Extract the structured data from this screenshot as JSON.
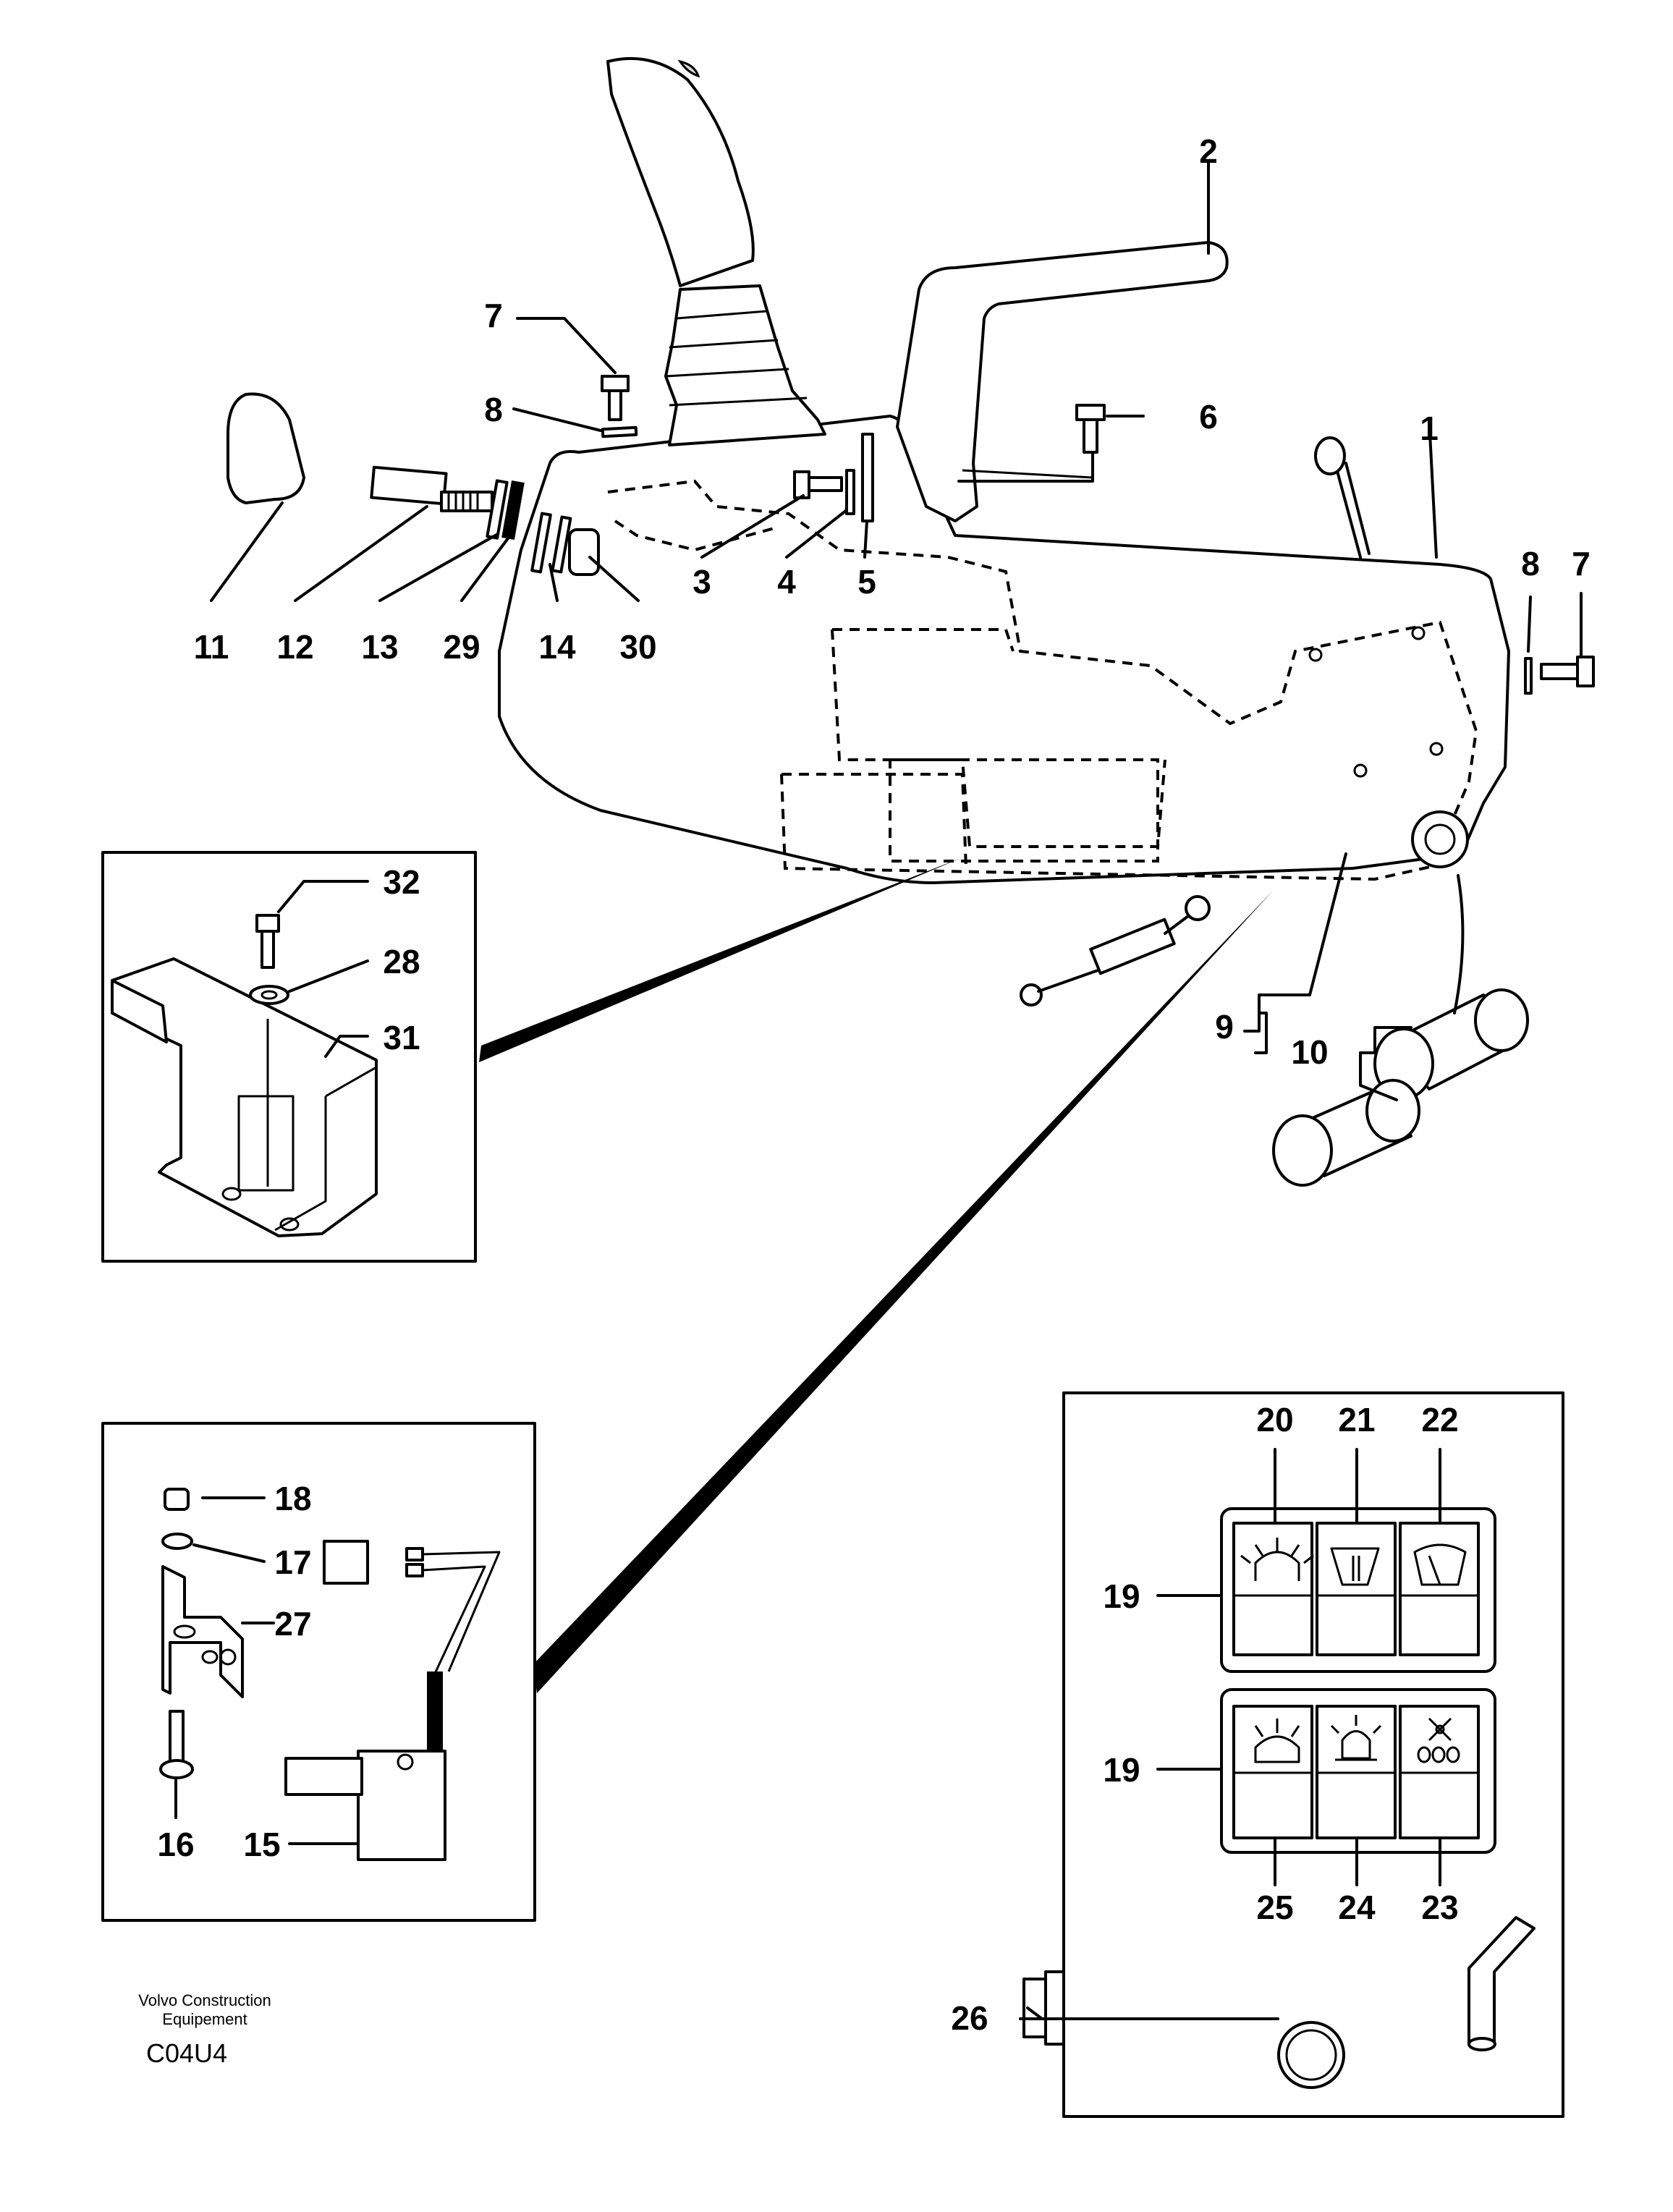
{
  "diagram": {
    "part_numbers": {
      "p1": "1",
      "p2": "2",
      "p3": "3",
      "p4": "4",
      "p5": "5",
      "p6": "6",
      "p7a": "7",
      "p7b": "7",
      "p8a": "8",
      "p8b": "8",
      "p9": "9",
      "p10": "10",
      "p11": "11",
      "p12": "12",
      "p13": "13",
      "p14": "14",
      "p15": "15",
      "p16": "16",
      "p17": "17",
      "p18": "18",
      "p19a": "19",
      "p19b": "19",
      "p20": "20",
      "p21": "21",
      "p22": "22",
      "p23": "23",
      "p24": "24",
      "p25": "25",
      "p26": "26",
      "p27": "27",
      "p28": "28",
      "p29": "29",
      "p30": "30",
      "p31": "31",
      "p32": "32"
    },
    "footer": {
      "manufacturer_line1": "Volvo Construction",
      "manufacturer_line2": "Equipement",
      "drawing_code": "C04U4"
    }
  }
}
